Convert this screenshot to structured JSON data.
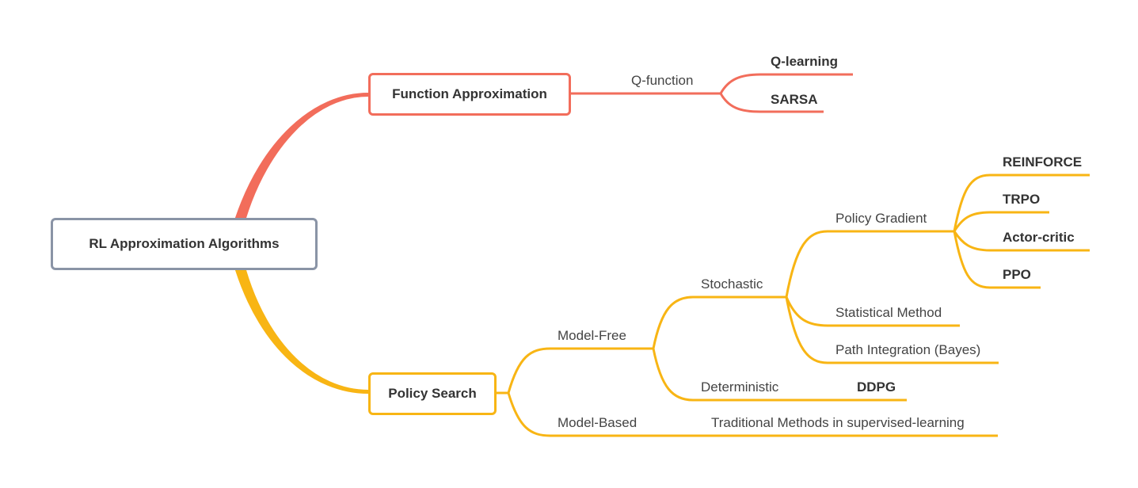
{
  "colors": {
    "root_border": "#8a94a6",
    "function_branch": "#f26d5b",
    "policy_branch": "#f8b514"
  },
  "root": {
    "label": "RL Approximation Algorithms"
  },
  "function_approximation": {
    "label": "Function Approximation",
    "q_function": {
      "label": "Q-function",
      "methods": [
        "Q-learning",
        "SARSA"
      ]
    }
  },
  "policy_search": {
    "label": "Policy Search",
    "model_free": {
      "label": "Model-Free",
      "stochastic": {
        "label": "Stochastic",
        "policy_gradient": {
          "label": "Policy Gradient",
          "methods": [
            "REINFORCE",
            "TRPO",
            "Actor-critic",
            "PPO"
          ]
        },
        "statistical_method": "Statistical Method",
        "path_integration": "Path Integration (Bayes)"
      },
      "deterministic": {
        "label": "Deterministic",
        "methods": [
          "DDPG"
        ]
      }
    },
    "model_based": {
      "label": "Model-Based",
      "methods": [
        "Traditional Methods in supervised-learning"
      ]
    }
  }
}
